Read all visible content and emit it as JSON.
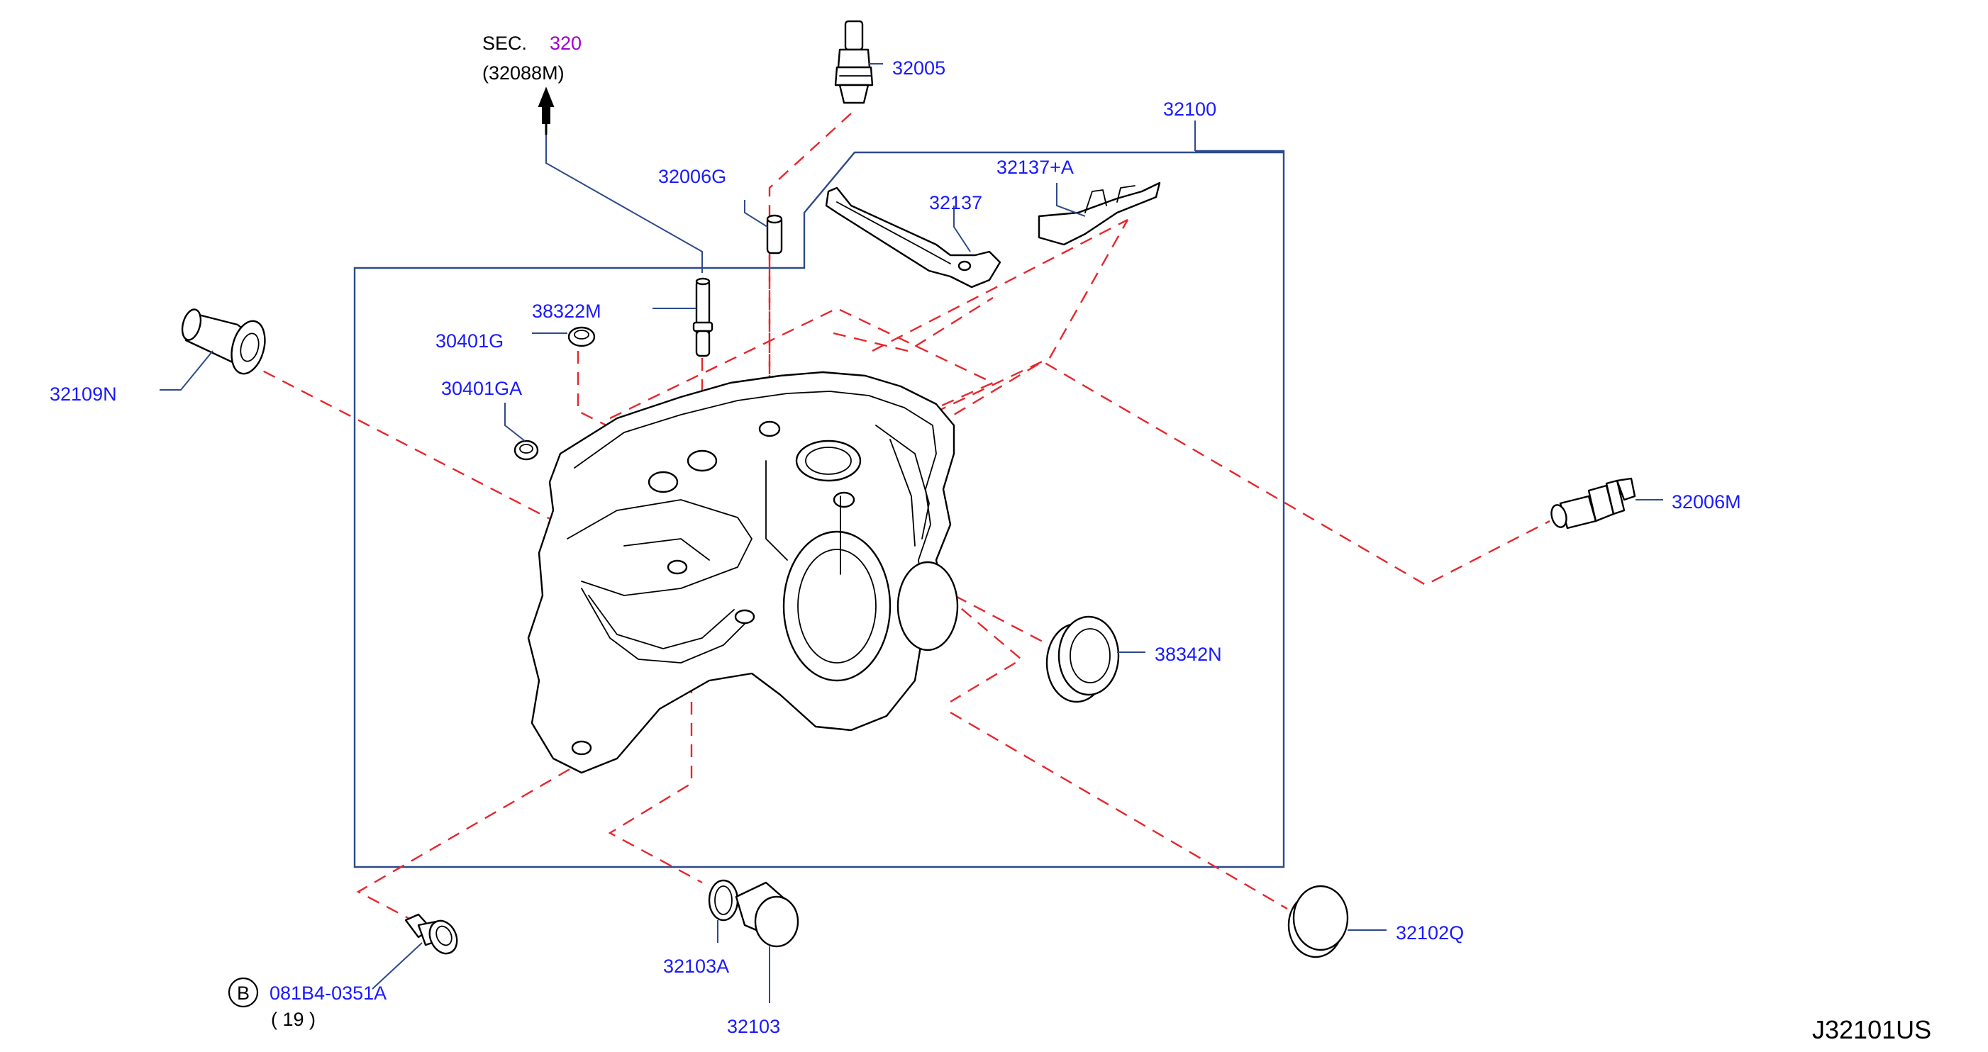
{
  "colors": {
    "label": "#1a1aff",
    "leader_line": "#2d4a8a",
    "dashed_line": "#e8262c",
    "section_ref": "#a000d0",
    "text_dark": "#000000"
  },
  "section_ref": {
    "prefix": "SEC.",
    "number": "320",
    "part": "(32088M)"
  },
  "labels": {
    "p32005": "32005",
    "p32100": "32100",
    "p32006G": "32006G",
    "p32137A": "32137+A",
    "p32137": "32137",
    "p38322M": "38322M",
    "p30401G": "30401G",
    "p30401GA": "30401GA",
    "p32109N": "32109N",
    "p32006M": "32006M",
    "p38342N": "38342N",
    "p32102Q": "32102Q",
    "p32103A": "32103A",
    "p32103": "32103"
  },
  "bolt": {
    "marker": "B",
    "part": "081B4-0351A",
    "qty": "( 19 )"
  },
  "diagram_code": "J32101US"
}
